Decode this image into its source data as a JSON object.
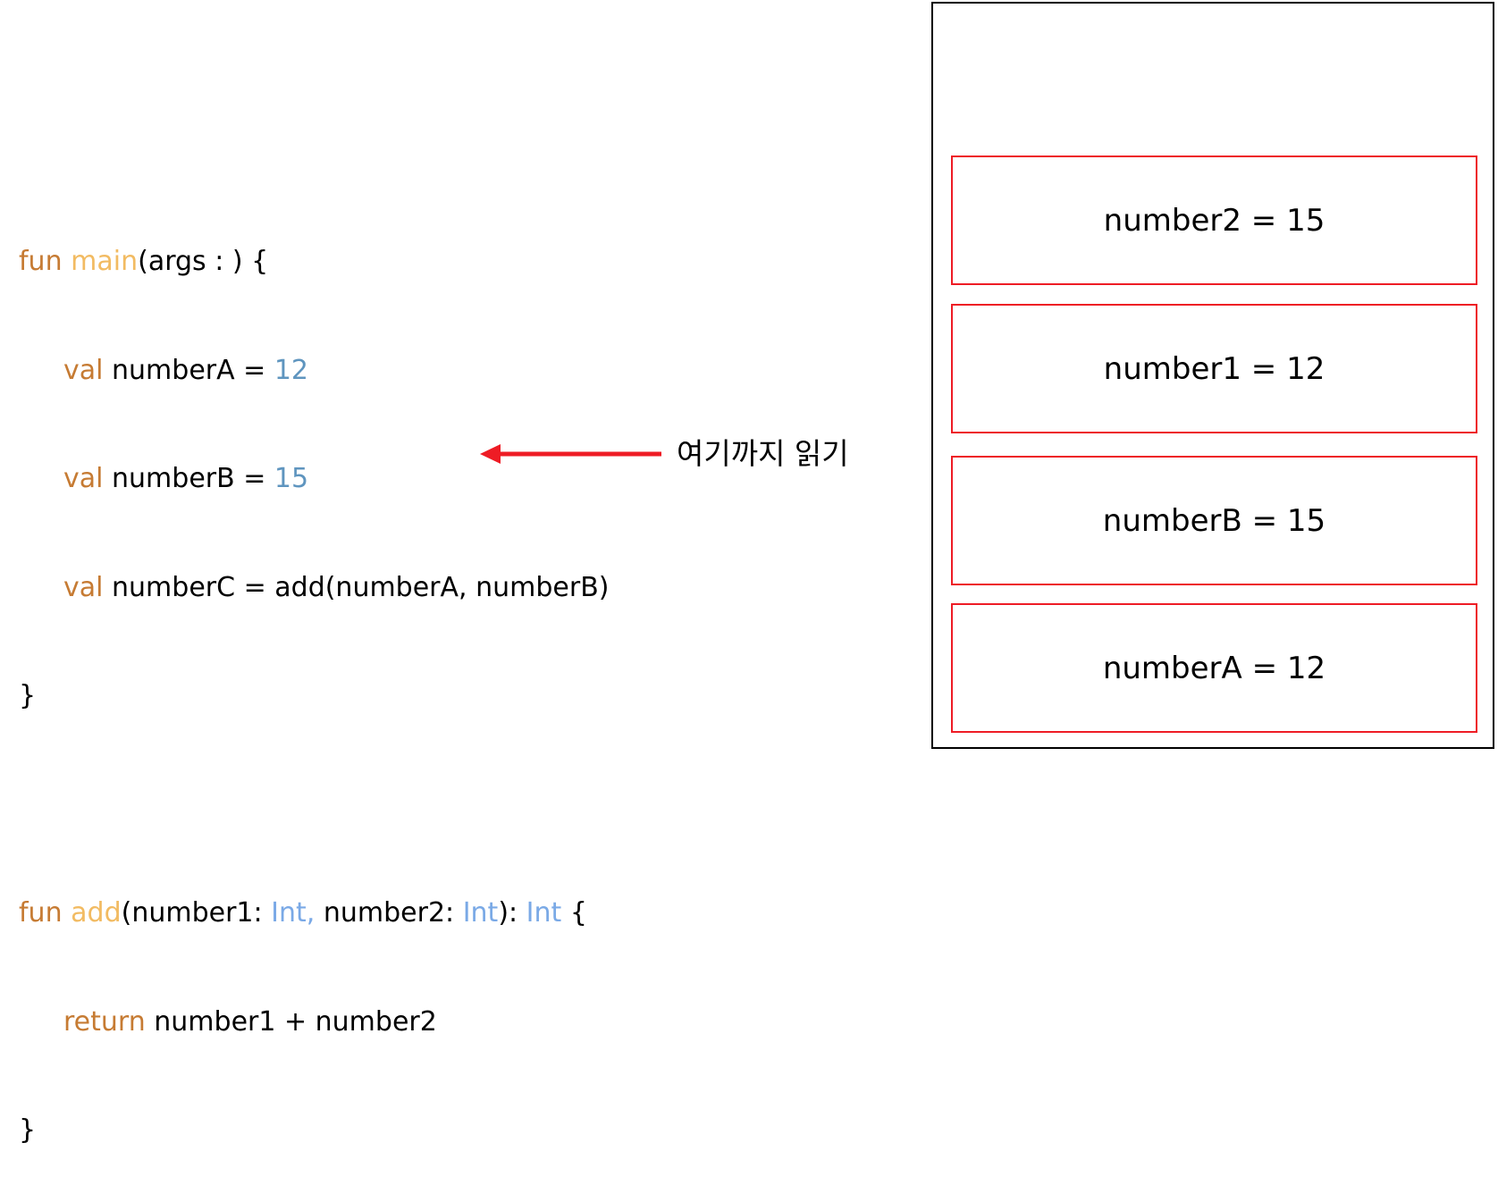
{
  "code": {
    "line1": {
      "kw": "fun",
      "fn": "main",
      "rest": "(args : ) {"
    },
    "line2": {
      "kw": "val",
      "text": " numberA = ",
      "num": "12"
    },
    "line3": {
      "kw": "val",
      "text": " numberB = ",
      "num": "15"
    },
    "line4": {
      "kw": "val",
      "text": " numberC = add(numberA, numberB)"
    },
    "line5": {
      "text": "}"
    },
    "line7": {
      "kw": "fun",
      "fn": "add",
      "p1": "(number1: ",
      "t1": "Int,",
      "p2": " number2: ",
      "t2": "Int",
      "p3": "): ",
      "t3": "Int",
      "p4": " {"
    },
    "line8": {
      "kw": "return",
      "text": " number1 + number2"
    },
    "line9": {
      "text": "}"
    }
  },
  "annotation": {
    "label": "여기까지 읽기",
    "color": "#ee1c25"
  },
  "stack": {
    "slots": [
      "number2 = 15",
      "number1 = 12",
      "numberB = 15",
      "numberA = 12"
    ]
  },
  "colors": {
    "keyword": "#c67b33",
    "function": "#f2bb62",
    "number": "#5f95bf",
    "type": "#7aa9e6",
    "slot_border": "#ee1c25",
    "frame_border": "#000000"
  }
}
